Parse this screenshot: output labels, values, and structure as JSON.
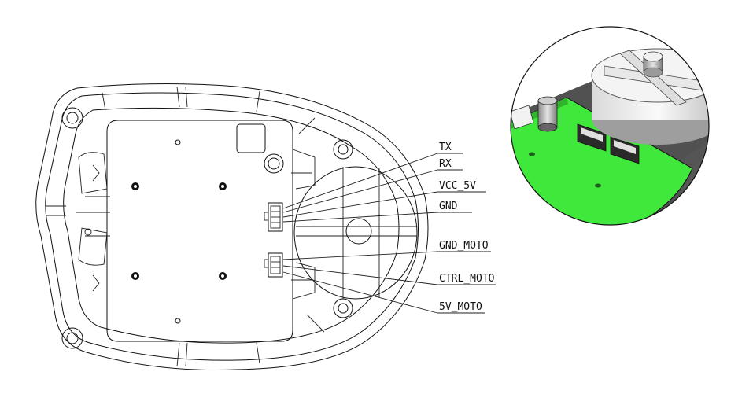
{
  "diagram": {
    "pin_labels": [
      "TX",
      "RX",
      "VCC_5V",
      "GND",
      "GND_MOTO",
      "CTRL_MOTO",
      "5V_MOTO"
    ]
  },
  "colors": {
    "pcb_green": "#3fe83a",
    "line": "#111111",
    "background": "#ffffff"
  },
  "icons": [
    "drawing-housing",
    "connector-4pin",
    "connector-3pin",
    "motor-detail-circle"
  ]
}
